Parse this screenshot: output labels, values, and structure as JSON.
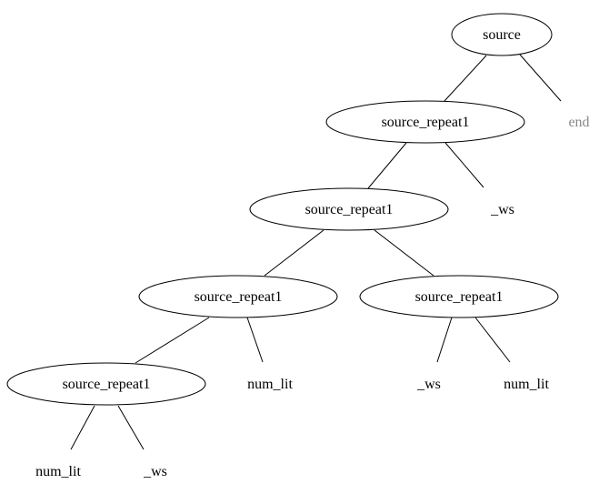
{
  "tree": {
    "nodes": [
      {
        "id": "n0",
        "label": "source",
        "shape": "ellipse",
        "muted": false
      },
      {
        "id": "n1",
        "label": "source_repeat1",
        "shape": "ellipse",
        "muted": false
      },
      {
        "id": "n2",
        "label": "end",
        "shape": "text",
        "muted": true
      },
      {
        "id": "n3",
        "label": "source_repeat1",
        "shape": "ellipse",
        "muted": false
      },
      {
        "id": "n4",
        "label": "_ws",
        "shape": "text",
        "muted": false
      },
      {
        "id": "n5",
        "label": "source_repeat1",
        "shape": "ellipse",
        "muted": false
      },
      {
        "id": "n6",
        "label": "source_repeat1",
        "shape": "ellipse",
        "muted": false
      },
      {
        "id": "n7",
        "label": "source_repeat1",
        "shape": "ellipse",
        "muted": false
      },
      {
        "id": "n8",
        "label": "num_lit",
        "shape": "text",
        "muted": false
      },
      {
        "id": "n9",
        "label": "_ws",
        "shape": "text",
        "muted": false
      },
      {
        "id": "n10",
        "label": "num_lit",
        "shape": "text",
        "muted": false
      },
      {
        "id": "n11",
        "label": "num_lit",
        "shape": "text",
        "muted": false
      },
      {
        "id": "n12",
        "label": "_ws",
        "shape": "text",
        "muted": false
      }
    ],
    "edges": [
      {
        "from": "n0",
        "to": "n1"
      },
      {
        "from": "n0",
        "to": "n2"
      },
      {
        "from": "n1",
        "to": "n3"
      },
      {
        "from": "n1",
        "to": "n4"
      },
      {
        "from": "n3",
        "to": "n5"
      },
      {
        "from": "n3",
        "to": "n6"
      },
      {
        "from": "n5",
        "to": "n7"
      },
      {
        "from": "n5",
        "to": "n8"
      },
      {
        "from": "n6",
        "to": "n9"
      },
      {
        "from": "n6",
        "to": "n10"
      },
      {
        "from": "n7",
        "to": "n11"
      },
      {
        "from": "n7",
        "to": "n12"
      }
    ]
  },
  "colors": {
    "stroke": "#000000",
    "text": "#000000",
    "muted_text": "#888888",
    "background": "#ffffff"
  }
}
